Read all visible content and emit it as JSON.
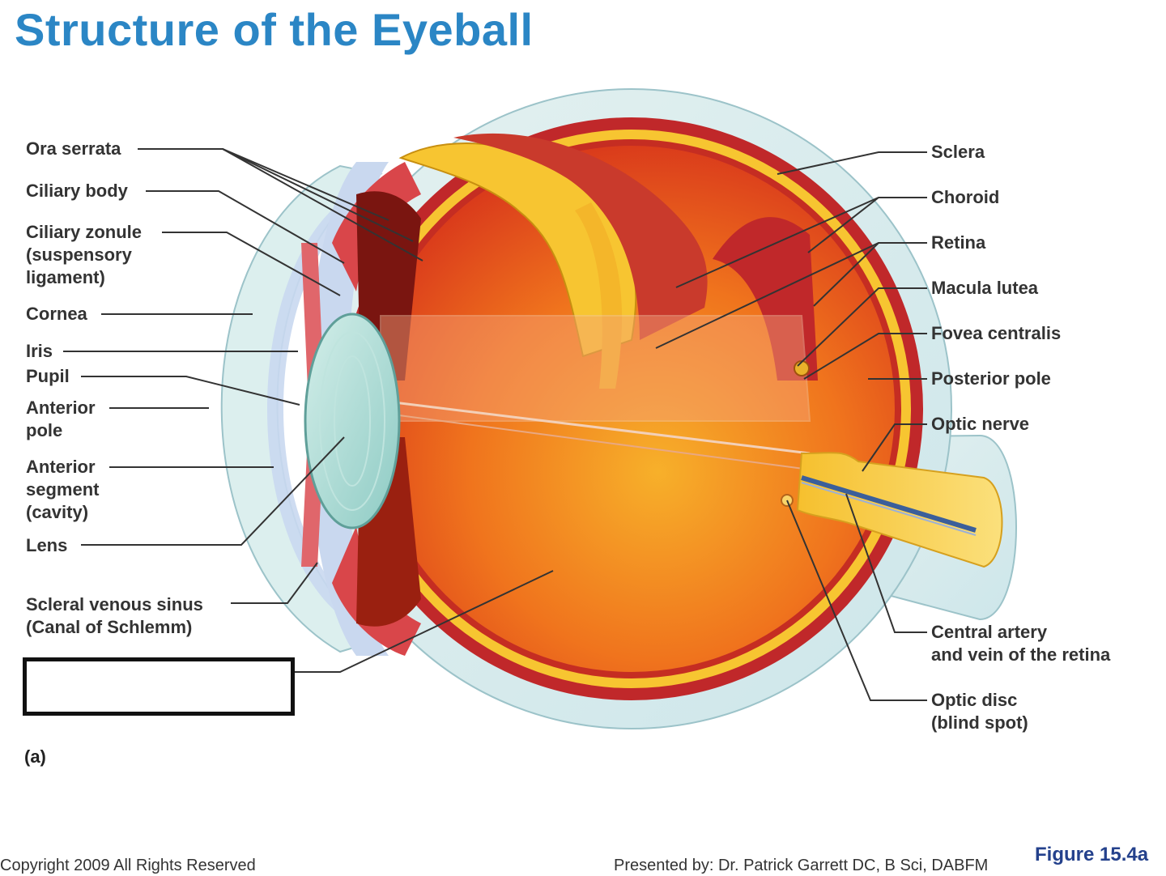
{
  "title": "Structure of the Eyeball",
  "labels_left": {
    "ora_serrata": "Ora serrata",
    "ciliary_body": "Ciliary body",
    "ciliary_zonule": [
      "Ciliary zonule",
      "(suspensory",
      "ligament)"
    ],
    "cornea": "Cornea",
    "iris": "Iris",
    "pupil": "Pupil",
    "anterior_pole": [
      "Anterior",
      "pole"
    ],
    "anterior_segment": [
      "Anterior",
      "segment",
      "(cavity)"
    ],
    "lens": "Lens",
    "scleral_venous_sinus": [
      "Scleral venous sinus",
      "(Canal of Schlemm)"
    ]
  },
  "labels_right": {
    "sclera": "Sclera",
    "choroid": "Choroid",
    "retina": "Retina",
    "macula_lutea": "Macula lutea",
    "fovea_centralis": "Fovea centralis",
    "posterior_pole": "Posterior pole",
    "optic_nerve": "Optic nerve",
    "central_artery": [
      "Central artery",
      "and vein of the retina"
    ],
    "optic_disc": [
      "Optic disc",
      "(blind spot)"
    ]
  },
  "panel_letter": "(a)",
  "footer": {
    "copyright": "Copyright 2009 All Rights Reserved",
    "presenter": "Presented by: Dr. Patrick Garrett DC, B Sci, DABFM",
    "figure": "Figure 15.4a"
  },
  "colors": {
    "title": "#2b86c5",
    "sclera": "#d9ecef",
    "choroid": "#c0282a",
    "retina": "#f7c531",
    "vitreous": "#f26a1e",
    "lens": "#a9d8d2",
    "figure_number": "#24418c"
  }
}
